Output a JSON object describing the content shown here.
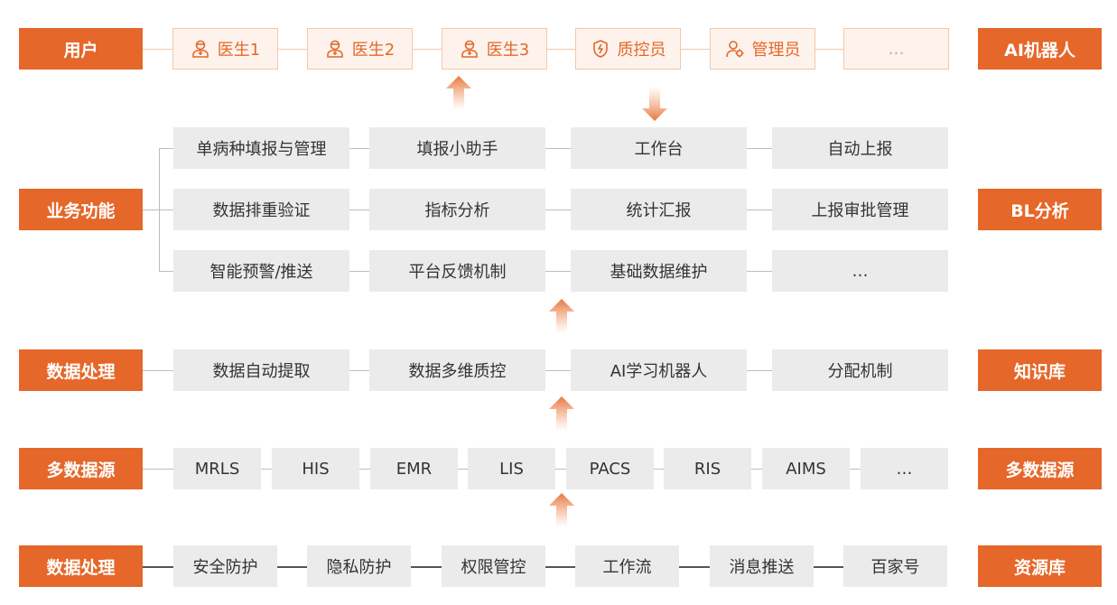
{
  "rows": {
    "users": {
      "label": "用户",
      "right_label": "AI机器人",
      "items": [
        {
          "label": "医生1",
          "icon": "doctor-icon"
        },
        {
          "label": "医生2",
          "icon": "doctor-icon"
        },
        {
          "label": "医生3",
          "icon": "doctor-icon"
        },
        {
          "label": "质控员",
          "icon": "shield-lightning-icon"
        },
        {
          "label": "管理员",
          "icon": "admin-user-icon"
        },
        {
          "label": "…",
          "icon": ""
        }
      ]
    },
    "business": {
      "label": "业务功能",
      "right_label": "BL分析",
      "grid": [
        [
          "单病种填报与管理",
          "填报小助手",
          "工作台",
          "自动上报"
        ],
        [
          "数据排重验证",
          "指标分析",
          "统计汇报",
          "上报审批管理"
        ],
        [
          "智能预警/推送",
          "平台反馈机制",
          "基础数据维护",
          "…"
        ]
      ]
    },
    "processing": {
      "label": "数据处理",
      "right_label": "知识库",
      "items": [
        "数据自动提取",
        "数据多维质控",
        "AI学习机器人",
        "分配机制"
      ]
    },
    "sources": {
      "label": "多数据源",
      "right_label": "多数据源",
      "items": [
        "MRLS",
        "HIS",
        "EMR",
        "LIS",
        "PACS",
        "RIS",
        "AIMS",
        "…"
      ]
    },
    "foundation": {
      "label": "数据处理",
      "right_label": "资源库",
      "items": [
        "安全防护",
        "隐私防护",
        "权限管控",
        "工作流",
        "消息推送",
        "百家号"
      ]
    }
  },
  "colors": {
    "accent": "#e5672a",
    "box_bg": "#ebebeb",
    "user_box_bg": "#fdf3ec"
  }
}
